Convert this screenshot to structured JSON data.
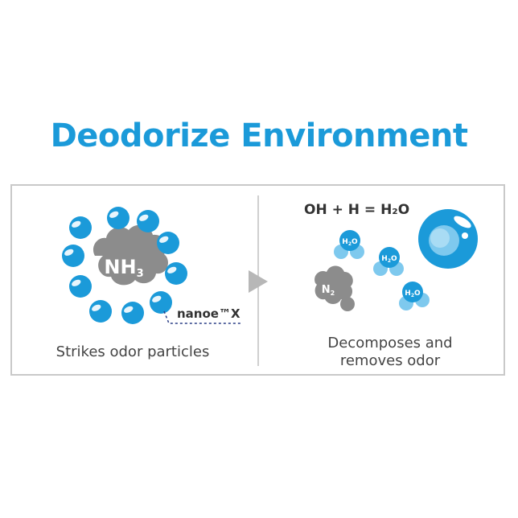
{
  "title": "Deodorize Environment",
  "colors": {
    "accent": "#1b9ad9",
    "ion_light": "#7ec9ee",
    "cloud": "#8c8c8c",
    "arrow": "#b7b7b7",
    "text": "#444444"
  },
  "left": {
    "molecule_main": "NH",
    "molecule_sub": "3",
    "label": "nanoe™X",
    "caption": "Strikes odor particles"
  },
  "right": {
    "equation": "OH + H = H₂O",
    "n2_main": "N",
    "n2_sub": "2",
    "water_label_main": "H",
    "water_label_sub": "2",
    "water_label_end": "O",
    "caption_line1": "Decomposes and",
    "caption_line2": "removes odor"
  }
}
